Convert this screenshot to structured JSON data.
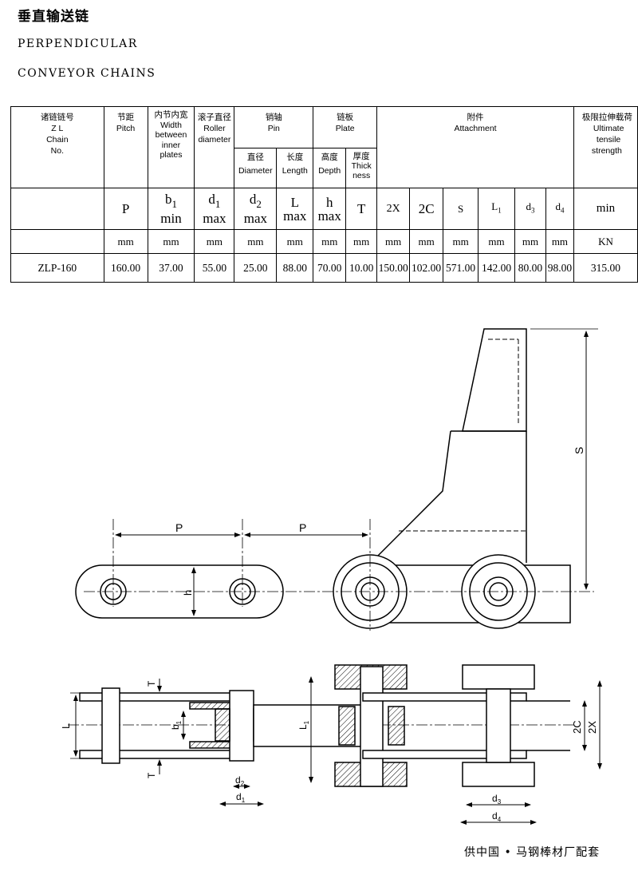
{
  "header": {
    "title_cn": "垂直输送链",
    "title_en_line1": "PERPENDICULAR",
    "title_en_line2": "CONVEYOR CHAINS"
  },
  "table": {
    "headers": {
      "chain_cn": "诸链链号",
      "chain_zl": "Z L",
      "chain_en1": "Chain",
      "chain_en2": "No.",
      "pitch_cn": "节距",
      "pitch_en": "Pitch",
      "width_cn": "内节内宽",
      "width_en1": "Width",
      "width_en2": "between",
      "width_en3": "inner",
      "width_en4": "plates",
      "roller_cn": "滚子直径",
      "roller_en1": "Roller",
      "roller_en2": "diameter",
      "pin_cn": "销轴",
      "pin_en": "Pin",
      "pin_dia_cn": "直径",
      "pin_dia_en": "Diameter",
      "pin_len_cn": "长度",
      "pin_len_en": "Length",
      "plate_cn": "链板",
      "plate_en": "Plate",
      "plate_depth_cn": "高度",
      "plate_depth_en": "Depth",
      "plate_thick_cn": "厚度",
      "plate_thick_en1": "Thick",
      "plate_thick_en2": "ness",
      "attach_cn": "附件",
      "attach_en": "Attachment",
      "uts_cn": "极限拉伸载荷",
      "uts_en1": "Ultimate",
      "uts_en2": "tensile",
      "uts_en3": "strength"
    },
    "symbols": {
      "p": "P",
      "b1": "b",
      "b1_sub": "1",
      "b1_q": "min",
      "d1": "d",
      "d1_sub": "1",
      "d1_q": "max",
      "d2": "d",
      "d2_sub": "2",
      "d2_q": "max",
      "l": "L",
      "l_q": "max",
      "h": "h",
      "h_q": "max",
      "t": "T",
      "x2": "2X",
      "c2": "2C",
      "s": "S",
      "l1": "L",
      "l1_sub": "1",
      "d3": "d",
      "d3_sub": "3",
      "d4": "d",
      "d4_sub": "4",
      "min": "min"
    },
    "units": [
      "mm",
      "mm",
      "mm",
      "mm",
      "mm",
      "mm",
      "mm",
      "mm",
      "mm",
      "mm",
      "mm",
      "mm",
      "mm",
      "KN"
    ],
    "row": {
      "chain_no": "ZLP-160",
      "pitch": "160.00",
      "b1": "37.00",
      "d1": "55.00",
      "d2": "25.00",
      "l": "88.00",
      "h": "70.00",
      "t": "10.00",
      "x2": "150.00",
      "c2": "102.00",
      "s": "571.00",
      "l1": "142.00",
      "d3": "80.00",
      "d4": "98.00",
      "uts": "315.00"
    }
  },
  "drawing": {
    "labels": {
      "p": "P",
      "h": "h",
      "s": "S",
      "l": "L",
      "t": "T",
      "b1": "b",
      "b1_sub": "1",
      "l1": "L",
      "l1_sub": "1",
      "d2": "d",
      "d2_sub": "2",
      "d1": "d",
      "d1_sub": "1",
      "d3": "d",
      "d3_sub": "3",
      "d4": "d",
      "d4_sub": "4",
      "c2": "2C",
      "x2": "2X"
    }
  },
  "footer": {
    "text": "供中国 • 马钢棒材厂配套"
  }
}
